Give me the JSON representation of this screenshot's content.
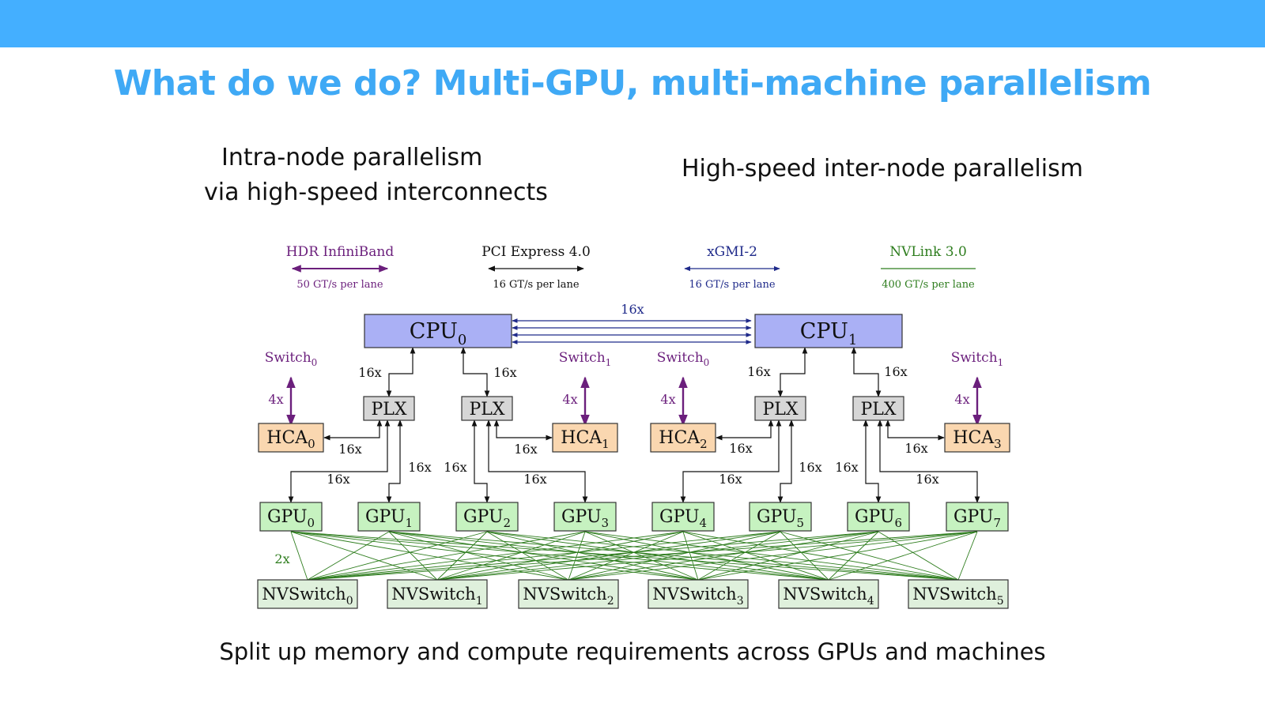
{
  "slide": {
    "title": "What do we do? Multi-GPU, multi-machine parallelism",
    "subtitle_left_line1": "Intra-node parallelism",
    "subtitle_left_line2": "via high-speed interconnects",
    "subtitle_right": "High-speed inter-node parallelism",
    "footer": "Split up memory and compute requirements across GPUs and machines"
  },
  "legend": [
    {
      "name": "HDR InfiniBand",
      "rate": "50 GT/s per lane",
      "color": "#6b1f7c"
    },
    {
      "name": "PCI Express 4.0",
      "rate": "16 GT/s per lane",
      "color": "#111111"
    },
    {
      "name": "xGMI-2",
      "rate": "16 GT/s per lane",
      "color": "#1f2a8a"
    },
    {
      "name": "NVLink 3.0",
      "rate": "400 GT/s per lane",
      "color": "#2e7d1e"
    }
  ],
  "cpus": [
    {
      "base": "CPU",
      "sub": "0"
    },
    {
      "base": "CPU",
      "sub": "1"
    }
  ],
  "cpu_link_label": "16x",
  "plx_label": "PLX",
  "switches": [
    {
      "base": "Switch",
      "sub": "0"
    },
    {
      "base": "Switch",
      "sub": "1"
    },
    {
      "base": "Switch",
      "sub": "0"
    },
    {
      "base": "Switch",
      "sub": "1"
    }
  ],
  "hcas": [
    {
      "base": "HCA",
      "sub": "0"
    },
    {
      "base": "HCA",
      "sub": "1"
    },
    {
      "base": "HCA",
      "sub": "2"
    },
    {
      "base": "HCA",
      "sub": "3"
    }
  ],
  "gpus": [
    {
      "base": "GPU",
      "sub": "0"
    },
    {
      "base": "GPU",
      "sub": "1"
    },
    {
      "base": "GPU",
      "sub": "2"
    },
    {
      "base": "GPU",
      "sub": "3"
    },
    {
      "base": "GPU",
      "sub": "4"
    },
    {
      "base": "GPU",
      "sub": "5"
    },
    {
      "base": "GPU",
      "sub": "6"
    },
    {
      "base": "GPU",
      "sub": "7"
    }
  ],
  "nvswitches": [
    {
      "base": "NVSwitch",
      "sub": "0"
    },
    {
      "base": "NVSwitch",
      "sub": "1"
    },
    {
      "base": "NVSwitch",
      "sub": "2"
    },
    {
      "base": "NVSwitch",
      "sub": "3"
    },
    {
      "base": "NVSwitch",
      "sub": "4"
    },
    {
      "base": "NVSwitch",
      "sub": "5"
    }
  ],
  "labels": {
    "pcie_lanes": "16x",
    "ib_lanes": "4x",
    "nvlink_lanes": "2x"
  },
  "colors": {
    "cpu_fill": "#aab0f5",
    "plx_fill": "#d6d6d6",
    "hca_fill": "#fad7b0",
    "gpu_fill": "#c6f2c0",
    "nvswitch_fill": "#dff0dc",
    "infiniband": "#6b1f7c",
    "xgmi": "#1f2a8a",
    "nvlink": "#2e7d1e"
  }
}
